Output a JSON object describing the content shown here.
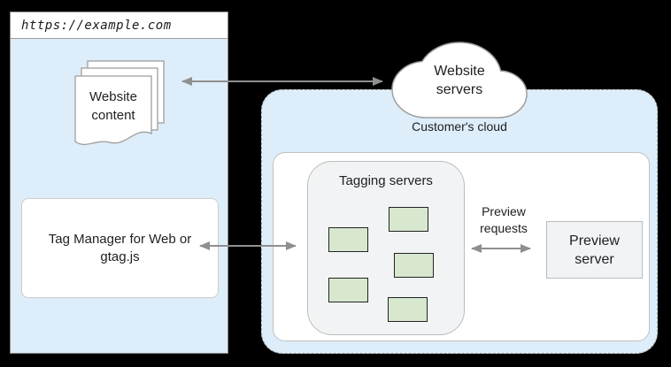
{
  "browser": {
    "url": "https://example.com",
    "website_content_label": "Website content",
    "tag_manager_label": "Tag Manager for Web or gtag.js"
  },
  "website_servers": {
    "label": "Website servers"
  },
  "customer_cloud": {
    "label": "Customer's cloud",
    "tagging_servers": {
      "title": "Tagging servers",
      "server_count": 5
    },
    "preview_requests_label": "Preview requests",
    "preview_server": {
      "label": "Preview server"
    }
  },
  "icons": {
    "document_stack_icon": "stacked-pages-with-wavy-edge",
    "cloud_icon": "cloud-outline",
    "arrow_icon": "double-headed-arrow",
    "server_node_icon": "green-rectangle"
  },
  "colors": {
    "background": "#000000",
    "panel_blue": "#ddedf9",
    "panel_white": "#ffffff",
    "box_gray": "#f1f3f4",
    "server_green": "#d7e8cf",
    "arrow_gray": "#8f8f8f",
    "border_gray": "#9e9e9e"
  }
}
